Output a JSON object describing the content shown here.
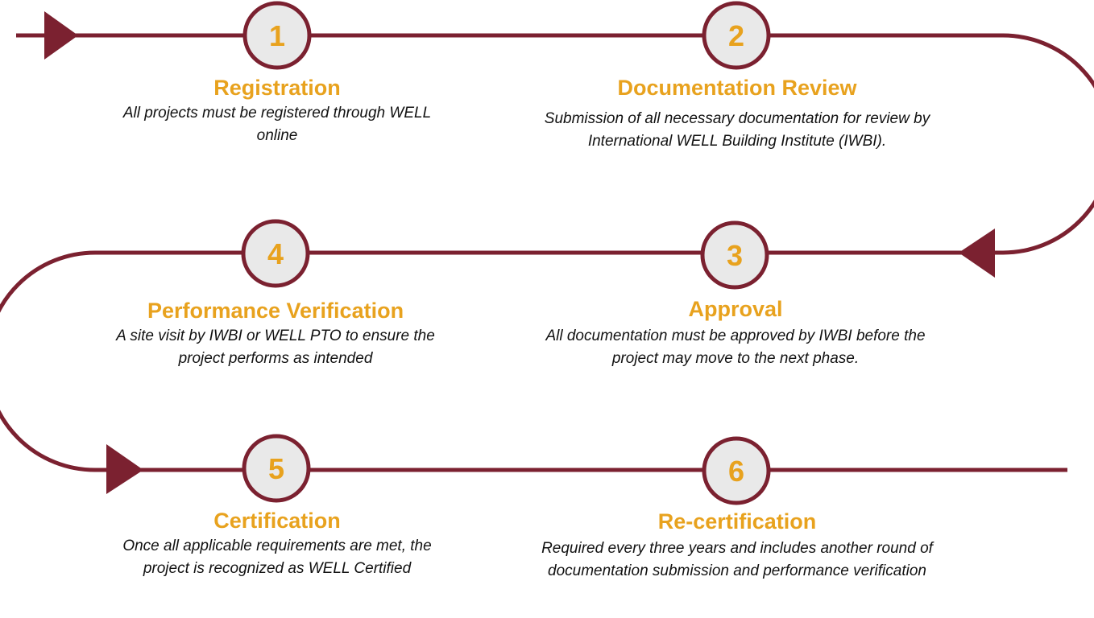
{
  "steps": [
    {
      "number": "1",
      "title": "Registration",
      "description": "All projects must be registered through WELL online"
    },
    {
      "number": "2",
      "title": "Documentation Review",
      "description": "Submission of all necessary documentation for review by International WELL Building Institute (IWBI)."
    },
    {
      "number": "3",
      "title": "Approval",
      "description": "All documentation must be approved by IWBI before the project may move to the next phase."
    },
    {
      "number": "4",
      "title": "Performance Verification",
      "description": "A site visit by IWBI or WELL PTO to ensure the project performs as intended"
    },
    {
      "number": "5",
      "title": "Certification",
      "description": "Once all applicable requirements are met, the project is recognized as WELL Certified"
    },
    {
      "number": "6",
      "title": "Re-certification",
      "description": "Required every three years and includes another round of documentation submission and performance verification"
    }
  ],
  "colors": {
    "path": "#7b2130",
    "accent": "#e8a21e",
    "circle_fill": "#e9e9e9",
    "text": "#111111"
  }
}
